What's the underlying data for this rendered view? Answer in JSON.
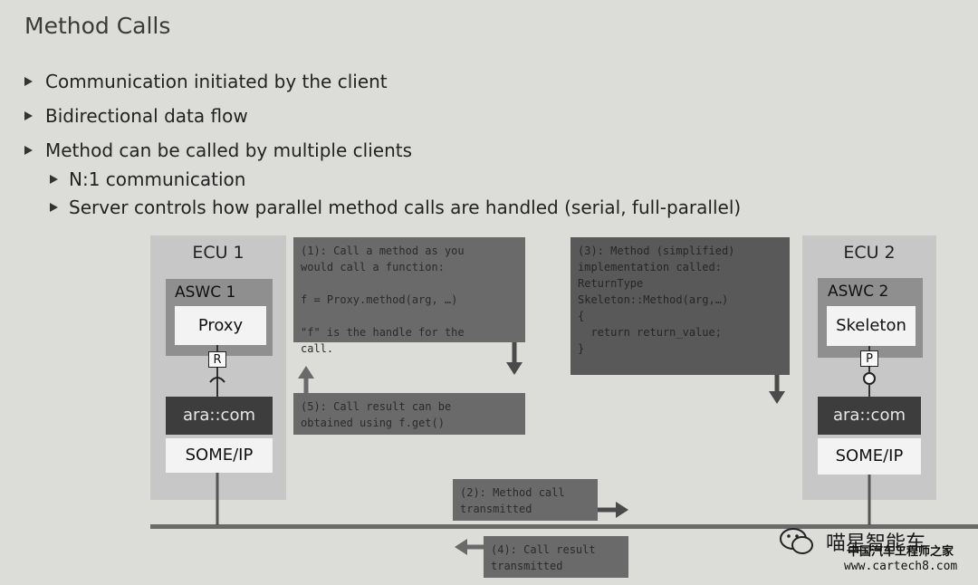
{
  "title": "Method Calls",
  "bullets": [
    "Communication initiated by the client",
    "Bidirectional data flow",
    "Method can be called by multiple clients",
    "N:1 communication",
    "Server controls how parallel method calls are handled (serial, full-parallel)"
  ],
  "ecu1": {
    "label": "ECU 1",
    "aswc": "ASWC 1",
    "component": "Proxy",
    "port": "R",
    "middleware": "ara::com",
    "protocol": "SOME/IP"
  },
  "ecu2": {
    "label": "ECU 2",
    "aswc": "ASWC 2",
    "component": "Skeleton",
    "port": "P",
    "middleware": "ara::com",
    "protocol": "SOME/IP"
  },
  "notes": {
    "step1": "(1): Call a method as you\nwould call a function:\n\nf = Proxy.method(arg, …)\n\n\"f\" is the handle for the\ncall.",
    "step2": "(2): Method call\ntransmitted",
    "step3": "(3): Method (simplified)\nimplementation called:\nReturnType\nSkeleton::Method(arg,…)\n{\n  return return_value;\n}",
    "step4": "(4): Call result\ntransmitted",
    "step5": "(5): Call result can be\nobtained using f.get()"
  },
  "watermark": {
    "brand": "喵星智能车",
    "sub": "中国汽车工程师之家",
    "url": "www.cartech8.com"
  },
  "colors": {
    "background": "#dcdcd9",
    "ecu_column": "#c7c7c7",
    "aswc": "#8f8f8f",
    "middleware": "#3d3d3d",
    "note": "#6a6a6a"
  }
}
